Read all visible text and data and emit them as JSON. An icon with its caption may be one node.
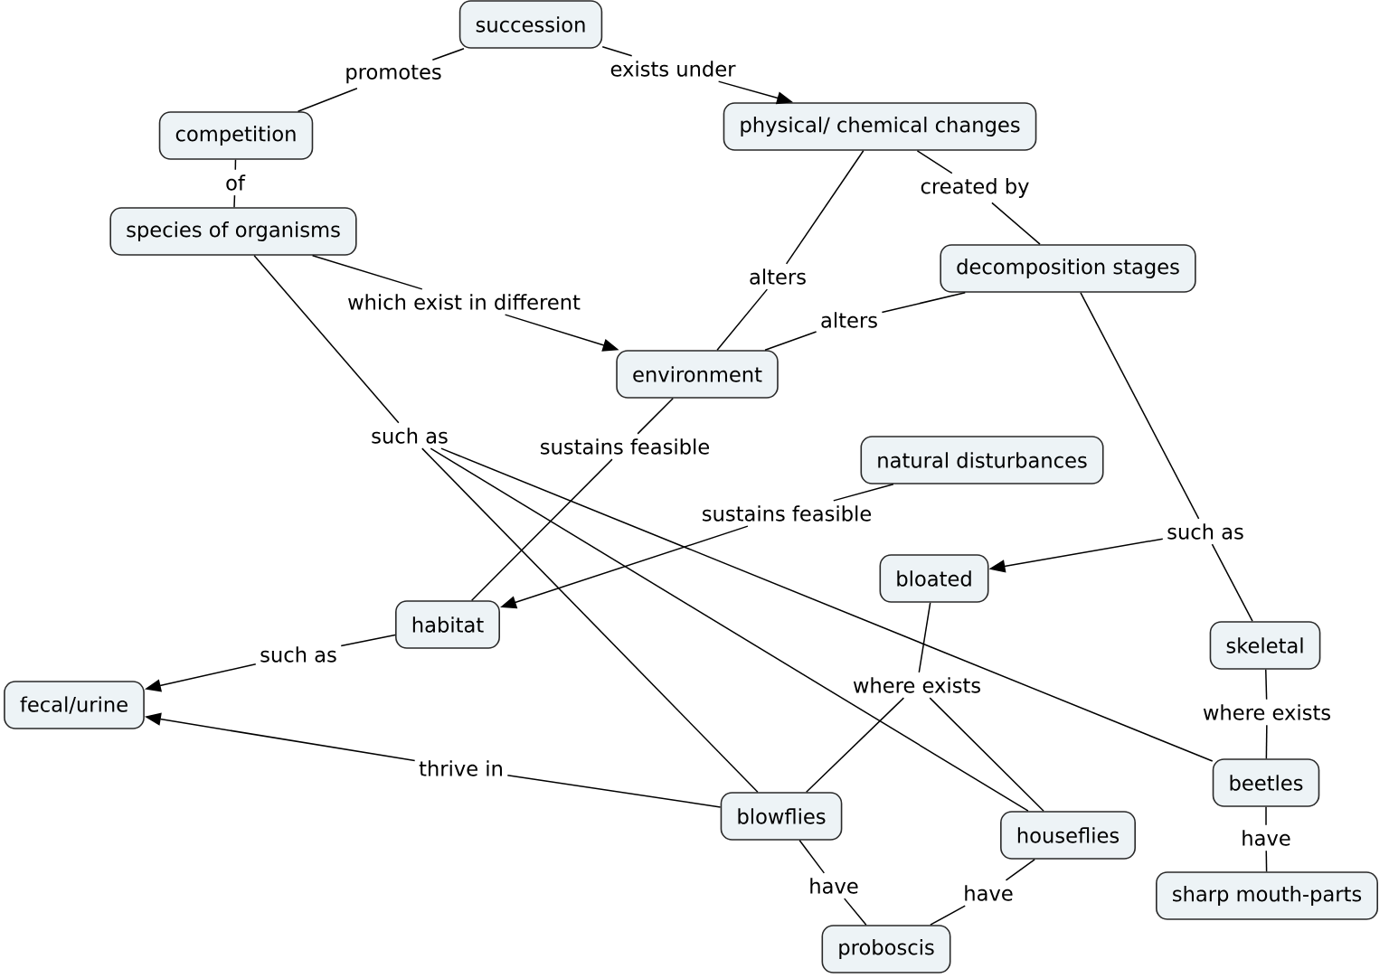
{
  "diagram": {
    "nodes": [
      {
        "text": [
          "succession"
        ]
      },
      {
        "text": [
          "promotes"
        ]
      },
      {
        "text": [
          "exists under"
        ]
      },
      {
        "text": [
          "competition"
        ]
      },
      {
        "text": [
          "physical/ chemical changes"
        ]
      },
      {
        "text": [
          "of"
        ]
      },
      {
        "text": [
          "created by"
        ]
      },
      {
        "text": [
          "species of organisms"
        ]
      },
      {
        "text": [
          "decomposition stages"
        ]
      },
      {
        "text": [
          "alters"
        ]
      },
      {
        "text": [
          "which exist in different"
        ]
      },
      {
        "text": [
          "alters"
        ]
      },
      {
        "text": [
          "environment"
        ]
      },
      {
        "text": [
          "such as"
        ]
      },
      {
        "text": [
          "sustains feasible"
        ]
      },
      {
        "text": [
          "natural disturbances"
        ]
      },
      {
        "text": [
          "sustains feasible"
        ]
      },
      {
        "text": [
          "such as"
        ]
      },
      {
        "text": [
          "bloated"
        ]
      },
      {
        "text": [
          "habitat"
        ]
      },
      {
        "text": [
          "skeletal"
        ]
      },
      {
        "text": [
          "such as"
        ]
      },
      {
        "text": [
          "where exists"
        ]
      },
      {
        "text": [
          "fecal/urine"
        ]
      },
      {
        "text": [
          "where exists"
        ]
      },
      {
        "text": [
          "thrive in"
        ]
      },
      {
        "text": [
          "beetles"
        ]
      },
      {
        "text": [
          "blowflies"
        ]
      },
      {
        "text": [
          "houseflies"
        ]
      },
      {
        "text": [
          "have"
        ]
      },
      {
        "text": [
          "have"
        ]
      },
      {
        "text": [
          "have"
        ]
      },
      {
        "text": [
          "sharp mouth-parts"
        ]
      },
      {
        "text": [
          "proboscis"
        ]
      }
    ],
    "edges": [
      {
        "from": 0,
        "to": 1,
        "arrow": "none"
      },
      {
        "from": 1,
        "to": 3,
        "arrow": "none"
      },
      {
        "from": 0,
        "to": 2,
        "arrow": "none"
      },
      {
        "from": 2,
        "to": 4,
        "arrow": "to"
      },
      {
        "from": 3,
        "to": 5,
        "arrow": "none"
      },
      {
        "from": 5,
        "to": 7,
        "arrow": "none"
      },
      {
        "from": 4,
        "to": 6,
        "arrow": "none"
      },
      {
        "from": 6,
        "to": 8,
        "arrow": "none"
      },
      {
        "from": 4,
        "to": 9,
        "arrow": "none"
      },
      {
        "from": 9,
        "to": 12,
        "arrow": "none"
      },
      {
        "from": 8,
        "to": 11,
        "arrow": "none"
      },
      {
        "from": 11,
        "to": 12,
        "arrow": "none"
      },
      {
        "from": 7,
        "to": 10,
        "arrow": "none"
      },
      {
        "from": 10,
        "to": 12,
        "arrow": "to"
      },
      {
        "from": 7,
        "to": 13,
        "arrow": "none"
      },
      {
        "from": 13,
        "to": 27,
        "arrow": "none"
      },
      {
        "from": 13,
        "to": 28,
        "arrow": "none"
      },
      {
        "from": 13,
        "to": 26,
        "arrow": "none"
      },
      {
        "from": 12,
        "to": 14,
        "arrow": "none"
      },
      {
        "from": 14,
        "to": 19,
        "arrow": "none"
      },
      {
        "from": 15,
        "to": 16,
        "arrow": "none"
      },
      {
        "from": 16,
        "to": 19,
        "arrow": "to"
      },
      {
        "from": 8,
        "to": 17,
        "arrow": "none"
      },
      {
        "from": 17,
        "to": 18,
        "arrow": "to"
      },
      {
        "from": 17,
        "to": 20,
        "arrow": "none"
      },
      {
        "from": 19,
        "to": 21,
        "arrow": "none"
      },
      {
        "from": 21,
        "to": 23,
        "arrow": "to"
      },
      {
        "from": 18,
        "to": 22,
        "arrow": "none"
      },
      {
        "from": 22,
        "to": 27,
        "arrow": "none"
      },
      {
        "from": 22,
        "to": 28,
        "arrow": "none"
      },
      {
        "from": 20,
        "to": 24,
        "arrow": "none"
      },
      {
        "from": 24,
        "to": 26,
        "arrow": "none"
      },
      {
        "from": 27,
        "to": 25,
        "arrow": "none"
      },
      {
        "from": 25,
        "to": 23,
        "arrow": "to"
      },
      {
        "from": 27,
        "to": 29,
        "arrow": "none"
      },
      {
        "from": 29,
        "to": 33,
        "arrow": "none"
      },
      {
        "from": 28,
        "to": 31,
        "arrow": "none"
      },
      {
        "from": 31,
        "to": 33,
        "arrow": "none"
      },
      {
        "from": 26,
        "to": 30,
        "arrow": "none"
      },
      {
        "from": 30,
        "to": 32,
        "arrow": "none"
      }
    ]
  }
}
